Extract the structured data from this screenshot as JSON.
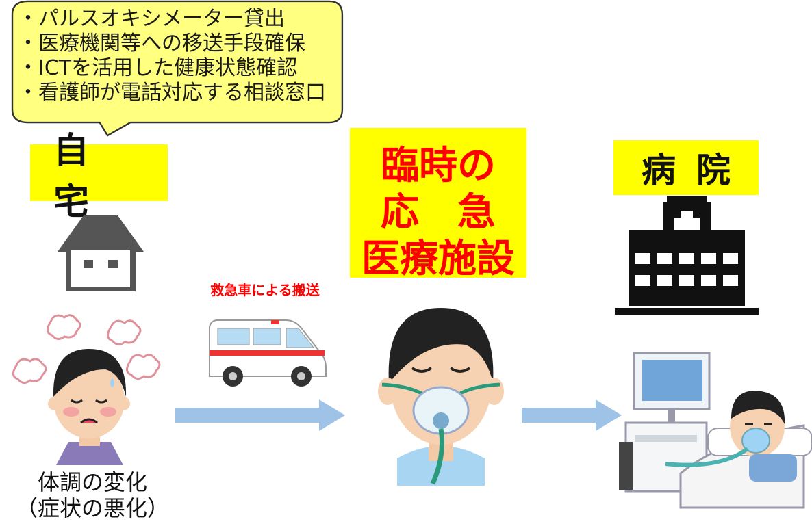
{
  "bubble": {
    "lines": [
      "・パルスオキシメーター貸出",
      "・医療機関等への移送手段確保",
      "・ICTを活用した健康状態確認",
      "・看護師が電話対応する相談窓口"
    ]
  },
  "home": {
    "label": "自宅"
  },
  "emergency_facility": {
    "line1": "臨時の",
    "line2": "応　急",
    "line3": "医療施設"
  },
  "hospital": {
    "label": "病院"
  },
  "transport": {
    "label": "救急車による搬送"
  },
  "condition": {
    "line1": "体調の変化",
    "line2": "（症状の悪化）"
  },
  "colors": {
    "label_bg": "#ffff00",
    "bubble_bg": "#ffff80",
    "emphasis_red": "#ff0000",
    "arrow": "#9ec3e6"
  },
  "icons": [
    "house-icon",
    "sick-person-icon",
    "ambulance-icon",
    "oxygen-mask-patient-icon",
    "hospital-building-icon",
    "hospital-bed-patient-icon",
    "arrow-right-icon"
  ]
}
